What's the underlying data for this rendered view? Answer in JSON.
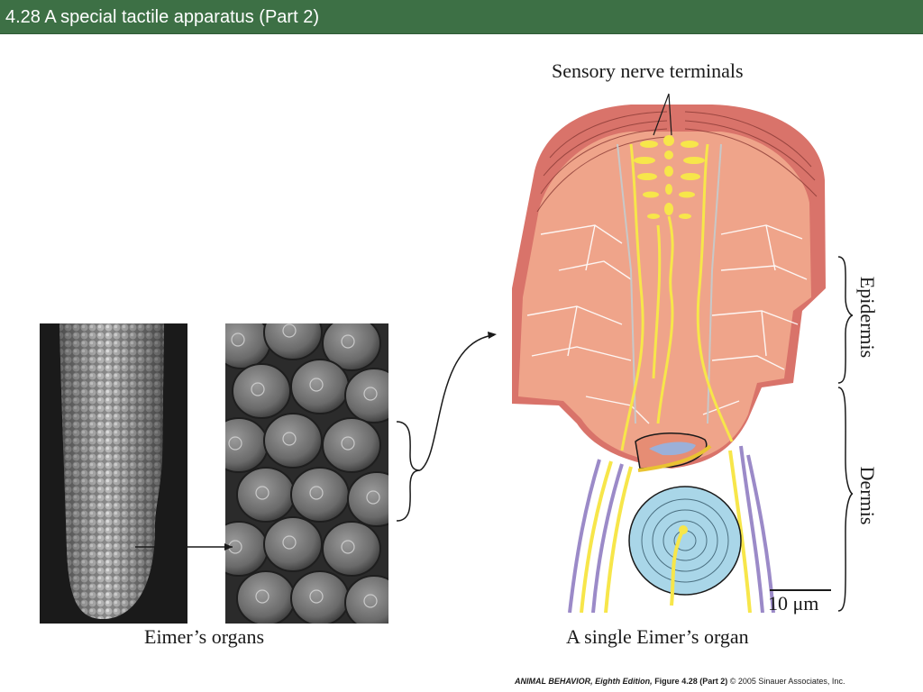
{
  "slide": {
    "title": "4.28  A special tactile apparatus (Part 2)"
  },
  "panels": {
    "left_caption": "Eimer’s organs",
    "right_caption": "A single Eimer’s organ"
  },
  "labels": {
    "sensory_nerve_terminals": "Sensory nerve terminals",
    "epidermis": "Epidermis",
    "dermis": "Dermis",
    "scale_bar": "10 μm"
  },
  "credit": {
    "book": "ANIMAL BEHAVIOR, Eighth Edition,",
    "figure": "Figure 4.28 (Part 2)",
    "copyright": "© 2005 Sinauer Associates, Inc."
  },
  "colors": {
    "title_bar": "#3d7045",
    "skin_outer": "#d9736a",
    "skin_inner": "#efa48a",
    "nerve_yellow": "#f7e64a",
    "nerve_purple": "#9b8ac8",
    "corpuscle_blue": "#a9d6e8"
  }
}
